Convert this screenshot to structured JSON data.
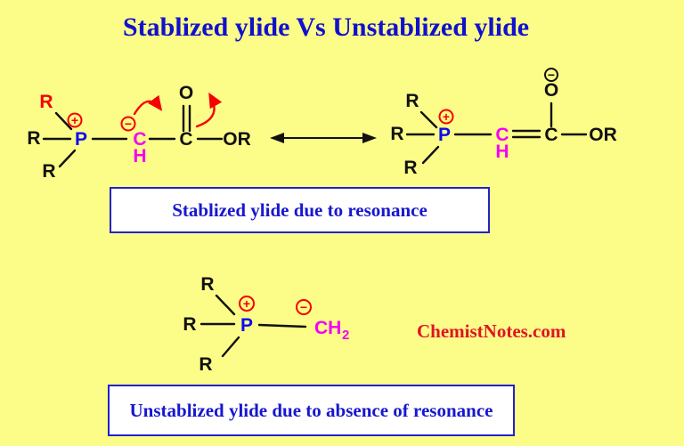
{
  "page": {
    "title": "Stablized ylide Vs Unstablized ylide",
    "watermark": "ChemistNotes.com",
    "background_color": "#FCFC88",
    "title_color": "#1111CD"
  },
  "captions": {
    "stabilized": "Stablized ylide due to resonance",
    "unstabilized": "Unstablized ylide due to absence of resonance"
  },
  "symbols": {
    "plus": "+",
    "minus": "−"
  },
  "colors": {
    "phosphorus_blue": "#0B0BF2",
    "carbanion_magenta": "#F400F4",
    "charge_red": "#F40000",
    "bond_black": "#111111",
    "box_border_blue": "#2222CC",
    "caption_text_blue": "#1717CF",
    "watermark_red": "#E01424"
  },
  "left_structure": {
    "r_top": "R",
    "r_left": "R",
    "r_bottom": "R",
    "p": "P",
    "c_alpha": "C",
    "h": "H",
    "c_carbonyl": "C",
    "o": "O",
    "or": "OR"
  },
  "right_structure": {
    "r_top": "R",
    "r_left": "R",
    "r_bottom": "R",
    "p": "P",
    "c_alpha": "C",
    "h": "H",
    "c_carbonyl": "C",
    "o": "O",
    "or": "OR"
  },
  "bottom_structure": {
    "r_top": "R",
    "r_left": "R",
    "r_bottom": "R",
    "p": "P",
    "ch": "CH",
    "ch_sub": "2"
  }
}
